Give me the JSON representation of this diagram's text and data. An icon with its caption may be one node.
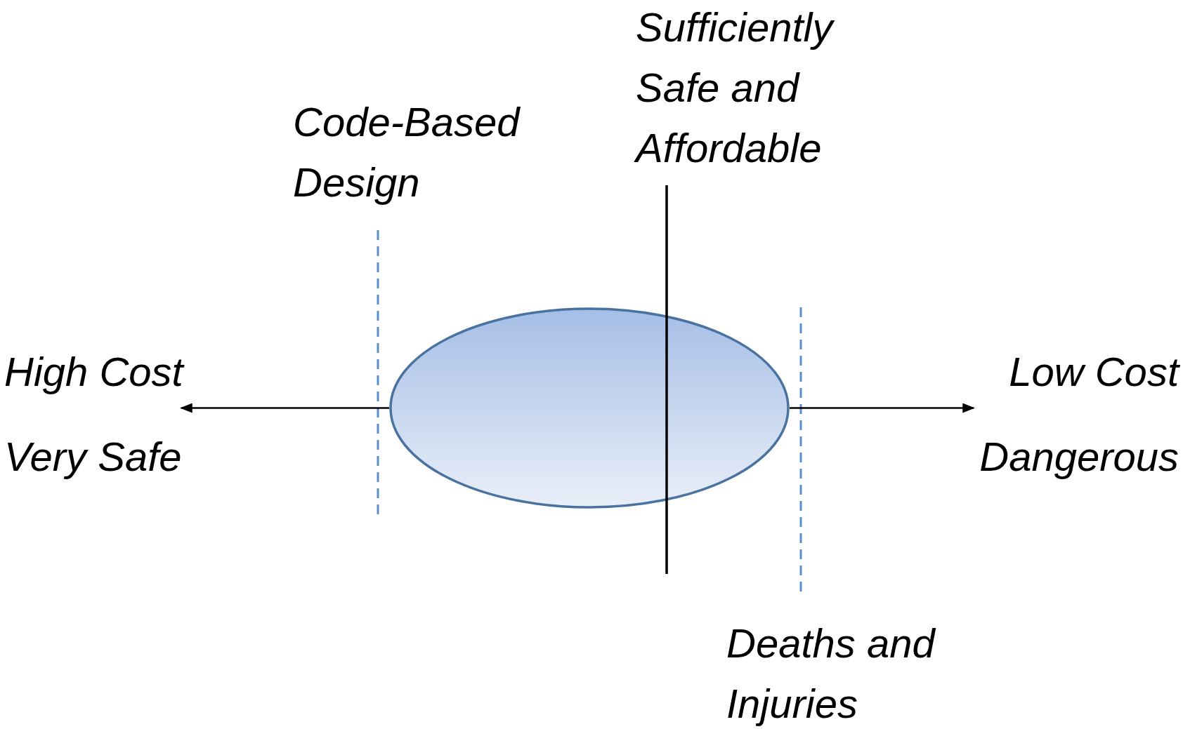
{
  "diagram": {
    "nodes": [
      {
        "text": [
          "High Cost",
          "Very Safe"
        ]
      },
      {
        "text": [],
        "shape": "ellipse"
      },
      {
        "text": [
          "Low Cost",
          "Dangerous"
        ]
      }
    ],
    "edges": [
      {
        "from": 1,
        "to": 0,
        "arrow": "to"
      },
      {
        "from": 1,
        "to": 2,
        "arrow": "to"
      }
    ],
    "labels": [
      "Sufficiently Safe and Affordable",
      "Code-Based Design",
      "Deaths and Injuries"
    ]
  }
}
